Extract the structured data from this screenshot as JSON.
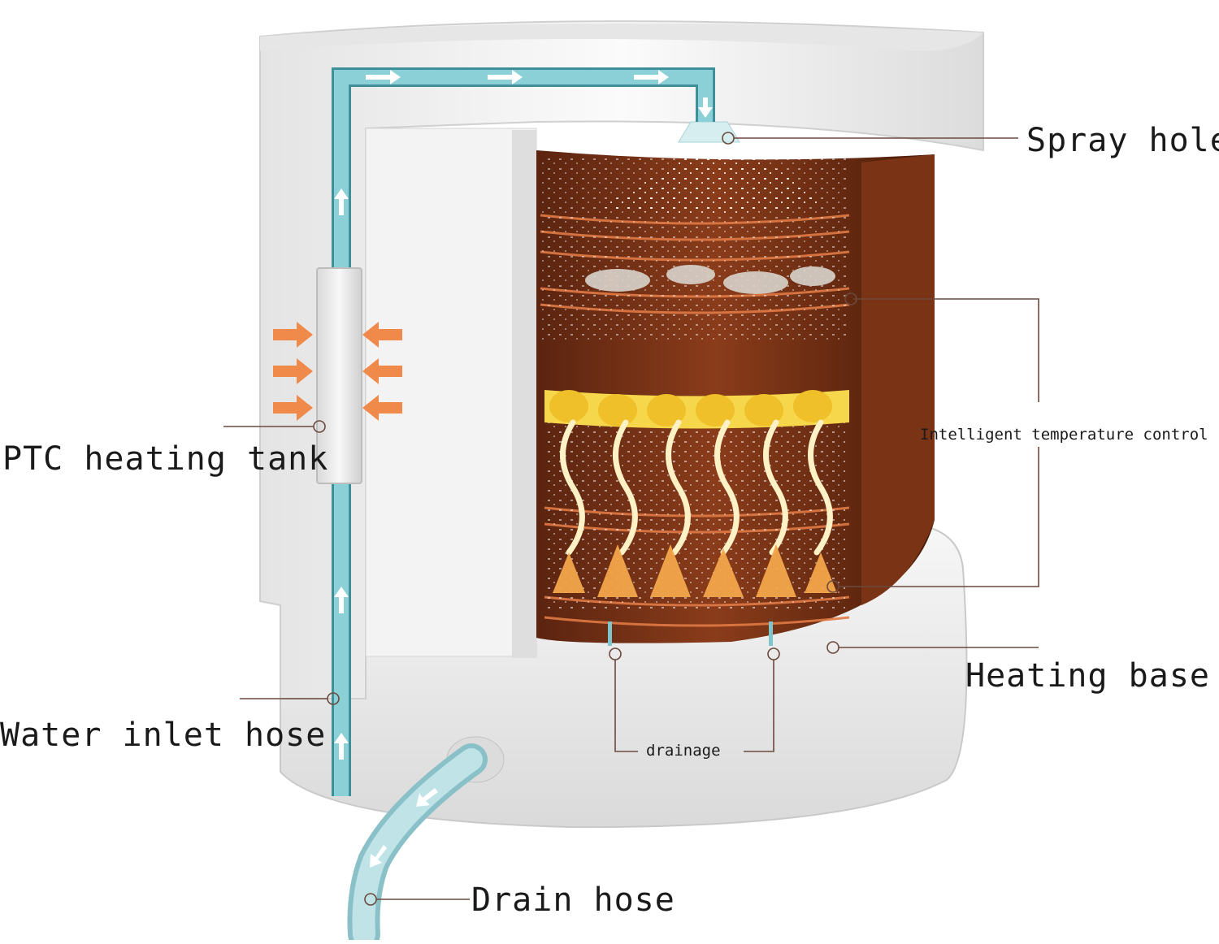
{
  "labels": {
    "spray_hole": "Spray hole",
    "intelligent_temp": "Intelligent temperature control",
    "ptc_tank": "PTC heating tank",
    "heating_base": "Heating base",
    "water_inlet": "Water inlet hose",
    "drainage": "drainage",
    "drain_hose": "Drain hose"
  },
  "colors": {
    "pipe_water": "#7fc6cc",
    "pipe_outline": "#3f8f98",
    "housing": "#f2f2f2",
    "chamber_brown": "#6e2e12",
    "heat_arrow": "#f08a4b",
    "flame": "#f3a64a",
    "leader_line": "#6b4a3e"
  }
}
